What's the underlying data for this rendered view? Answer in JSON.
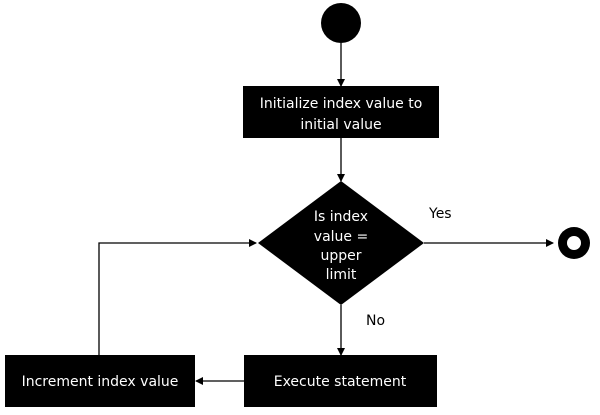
{
  "nodes": {
    "init_label_line1": "Initialize index value to",
    "init_label_line2": "initial value",
    "decision_line1": "Is index",
    "decision_line2": "value =",
    "decision_line3": "upper",
    "decision_line4": "limit",
    "execute_label": "Execute statement",
    "increment_label": "Increment index value"
  },
  "edges": {
    "yes_label": "Yes",
    "no_label": "No"
  },
  "colors": {
    "node_fill": "#000000",
    "node_text": "#ffffff",
    "line": "#000000",
    "background": "#ffffff"
  }
}
